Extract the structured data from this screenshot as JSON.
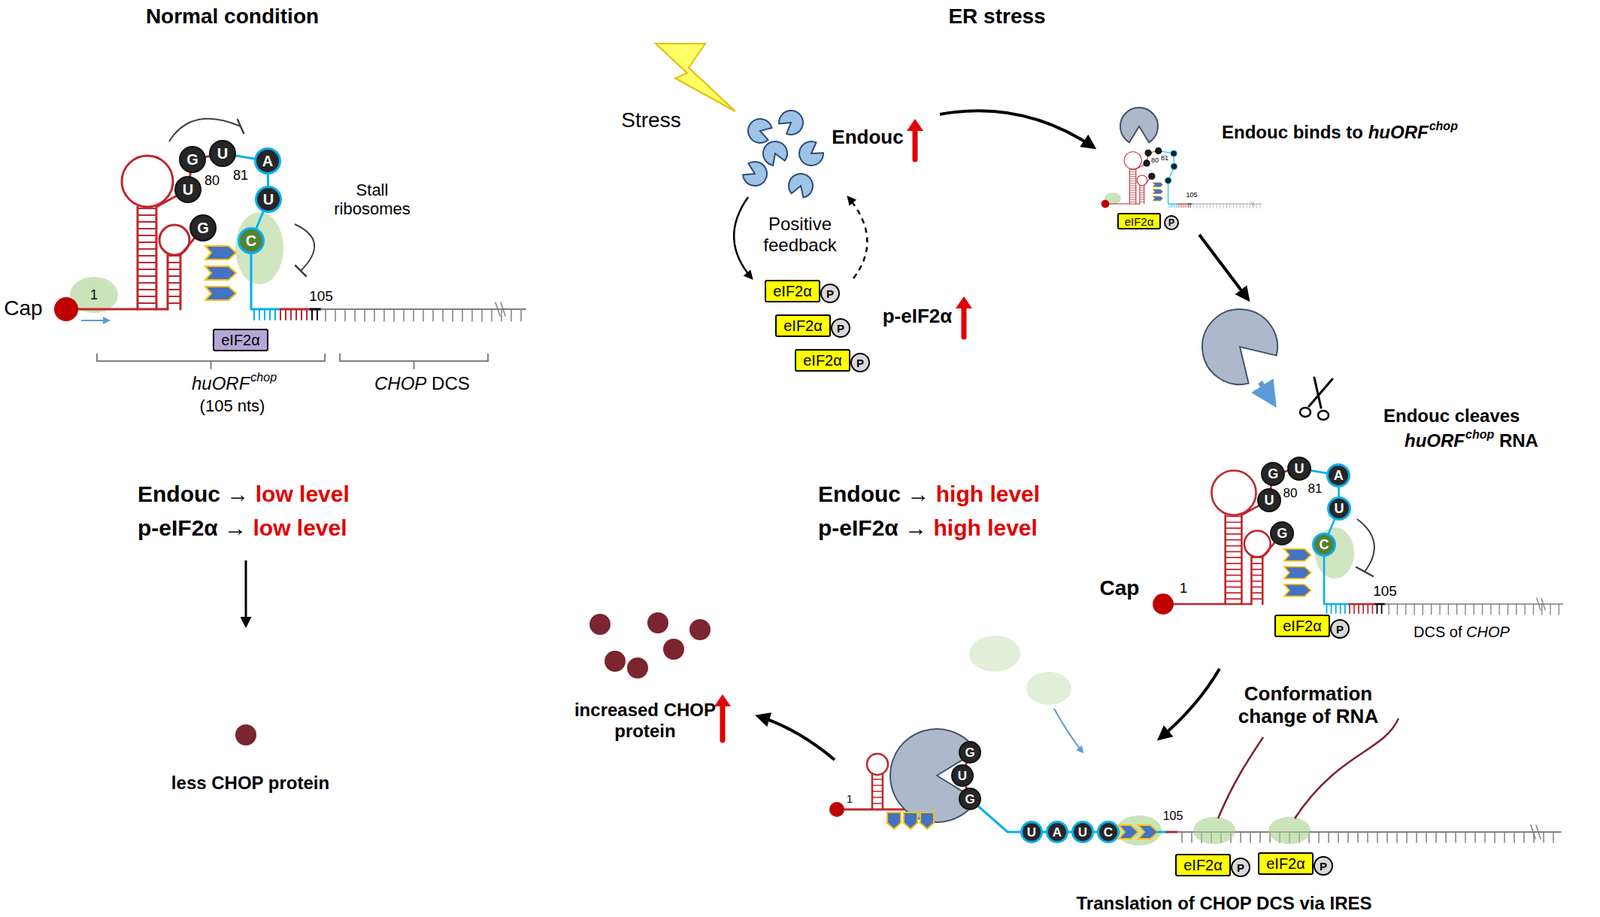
{
  "diagram": {
    "nodes": [
      {
        "text": [
          "G"
        ]
      },
      {
        "text": [
          "U"
        ]
      },
      {
        "text": [
          "U"
        ]
      },
      {
        "text": [
          "G"
        ]
      },
      {
        "text": [
          "A"
        ]
      },
      {
        "text": [
          "U"
        ]
      },
      {
        "text": [
          "C"
        ]
      },
      {
        "text": [
          "eIF2α"
        ]
      },
      {
        "text": [
          "eIF2α"
        ]
      },
      {
        "text": [
          "P"
        ]
      },
      {
        "text": [
          "eIF2α"
        ]
      },
      {
        "text": [
          "P"
        ]
      },
      {
        "text": [
          "eIF2α"
        ]
      },
      {
        "text": [
          "P"
        ]
      },
      {
        "text": [
          "eIF2α"
        ]
      },
      {
        "text": [
          "P"
        ]
      },
      {
        "text": [
          "G"
        ]
      },
      {
        "text": [
          "U"
        ]
      },
      {
        "text": [
          "U"
        ]
      },
      {
        "text": [
          "G"
        ]
      },
      {
        "text": [
          "A"
        ]
      },
      {
        "text": [
          "U"
        ]
      },
      {
        "text": [
          "C"
        ]
      },
      {
        "text": [
          "eIF2α"
        ]
      },
      {
        "text": [
          "P"
        ]
      },
      {
        "text": [
          "G"
        ]
      },
      {
        "text": [
          "U"
        ]
      },
      {
        "text": [
          "G"
        ]
      },
      {
        "text": [
          "U"
        ]
      },
      {
        "text": [
          "A"
        ]
      },
      {
        "text": [
          "U"
        ]
      },
      {
        "text": [
          "C"
        ]
      },
      {
        "text": [
          "eIF2α"
        ]
      },
      {
        "text": [
          "P"
        ]
      },
      {
        "text": [
          "eIF2α"
        ]
      },
      {
        "text": [
          "P"
        ]
      }
    ],
    "labels": [
      "Normal condition",
      "ER stress",
      "Cap",
      "1",
      "80",
      "81",
      "Stall ribosomes",
      "105",
      "huORF",
      "chop",
      "(105 nts)",
      "CHOP",
      "DCS",
      "Endouc →",
      "low level",
      "p-eIF2α →",
      "low level",
      "less CHOP protein",
      "Stress",
      "Endouc",
      "Positive feedback",
      "p-eIF2α",
      "Endouc binds to",
      "huORF",
      "chop",
      "80",
      "81",
      "105",
      "Endouc cleaves",
      "huORF",
      "chop",
      "RNA",
      "Cap",
      "1",
      "80",
      "81",
      "105",
      "DCS of",
      "CHOP",
      "Endouc →",
      "high level",
      "p-eIF2α →",
      "high level",
      "Conformation change of RNA",
      "increased CHOP protein",
      "1",
      "105",
      "Translation of CHOP DCS via IRES"
    ]
  }
}
